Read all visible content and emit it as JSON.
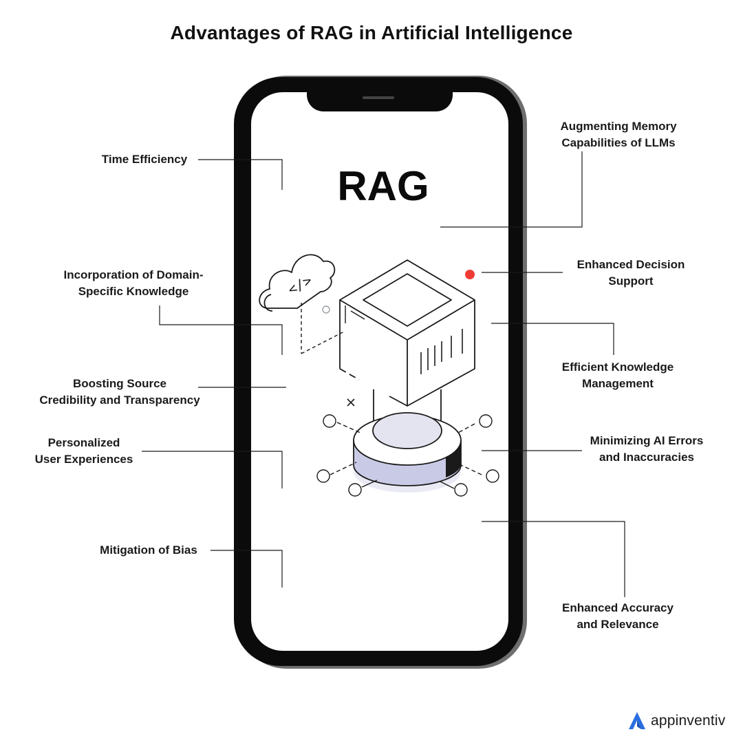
{
  "title": "Advantages of RAG in Artificial Intelligence",
  "center_label": "RAG",
  "colors": {
    "phone": "#0b0b0b",
    "accent_dot": "#ee3b33",
    "disk": "#c9cbe6",
    "brand": "#2a6de0"
  },
  "left_items": [
    {
      "lines": [
        "Time Efficiency"
      ]
    },
    {
      "lines": [
        "Incorporation of Domain-",
        "Specific Knowledge"
      ]
    },
    {
      "lines": [
        "Boosting Source",
        "Credibility and Transparency"
      ]
    },
    {
      "lines": [
        "Personalized",
        "User Experiences"
      ]
    },
    {
      "lines": [
        "Mitigation of Bias"
      ]
    }
  ],
  "right_items": [
    {
      "lines": [
        "Augmenting Memory",
        "Capabilities of LLMs"
      ]
    },
    {
      "lines": [
        "Enhanced Decision",
        "Support"
      ]
    },
    {
      "lines": [
        "Efficient Knowledge",
        "Management"
      ]
    },
    {
      "lines": [
        "Minimizing AI Errors",
        "and Inaccuracies"
      ]
    },
    {
      "lines": [
        "Enhanced Accuracy",
        "and Relevance"
      ]
    }
  ],
  "icons": [
    "cloud-code-icon",
    "server-cube-icon",
    "brand-logo-icon"
  ],
  "brand": {
    "name": "appinventiv"
  }
}
